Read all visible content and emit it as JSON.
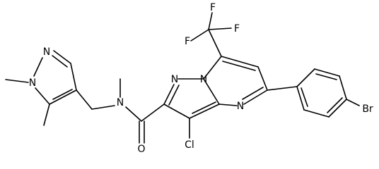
{
  "molecule": {
    "atoms": {
      "F1": "F",
      "F2": "F",
      "F3": "F",
      "N_pz1": "N",
      "N_pz2": "N",
      "N_amide": "N",
      "N_pym1": "N",
      "N_pym2": "N",
      "N_pym3": "N",
      "O": "O",
      "Cl": "Cl",
      "Br": "Br"
    }
  }
}
